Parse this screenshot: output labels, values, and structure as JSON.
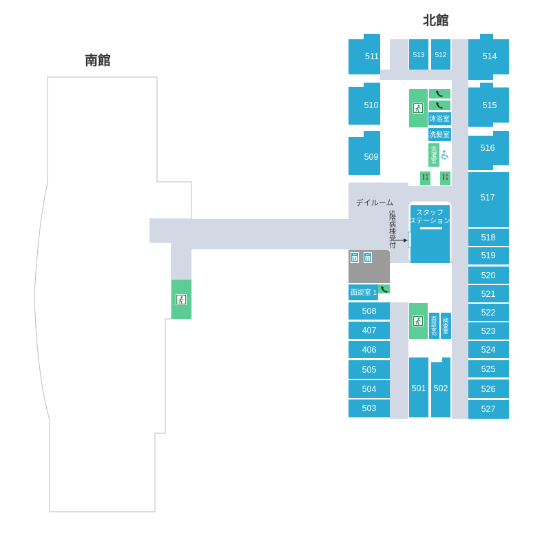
{
  "buildings": {
    "south": "南館",
    "north": "北館"
  },
  "rooms": {
    "r511": "511",
    "r513": "513",
    "r512": "512",
    "r514": "514",
    "r510": "510",
    "r515": "515",
    "r509": "509",
    "r516": "516",
    "r517": "517",
    "r518": "518",
    "r519": "519",
    "r520": "520",
    "r521": "521",
    "r522": "522",
    "r523": "523",
    "r524": "524",
    "r525": "525",
    "r526": "526",
    "r527": "527",
    "r508": "508",
    "r407": "407",
    "r406": "406",
    "r505": "505",
    "r504": "504",
    "r503": "503",
    "r501": "501",
    "r502": "502"
  },
  "facilities": {
    "bath": "沐浴室",
    "hair": "洗髪室",
    "wash": "洗濯室",
    "staff_line1": "スタッフ",
    "staff_line2": "ステーション",
    "interview1": "面談室 1",
    "interview2": "面談室2",
    "exam": "検査室",
    "dayroom": "デイルーム",
    "ward_reception": "5階病棟受付"
  },
  "icons": {
    "exit": "emergency-exit-icon",
    "phone": "phone-icon",
    "wheelchair": "wheelchair-icon",
    "restroom": "restroom-icon",
    "elevator": "elevator-icon"
  },
  "colors": {
    "room": "#2aa9d2",
    "corridor": "#d3d8e5",
    "facility_green": "#5ccd94",
    "elevator_hall": "#9b9b9b",
    "outline": "#b6bccb"
  }
}
